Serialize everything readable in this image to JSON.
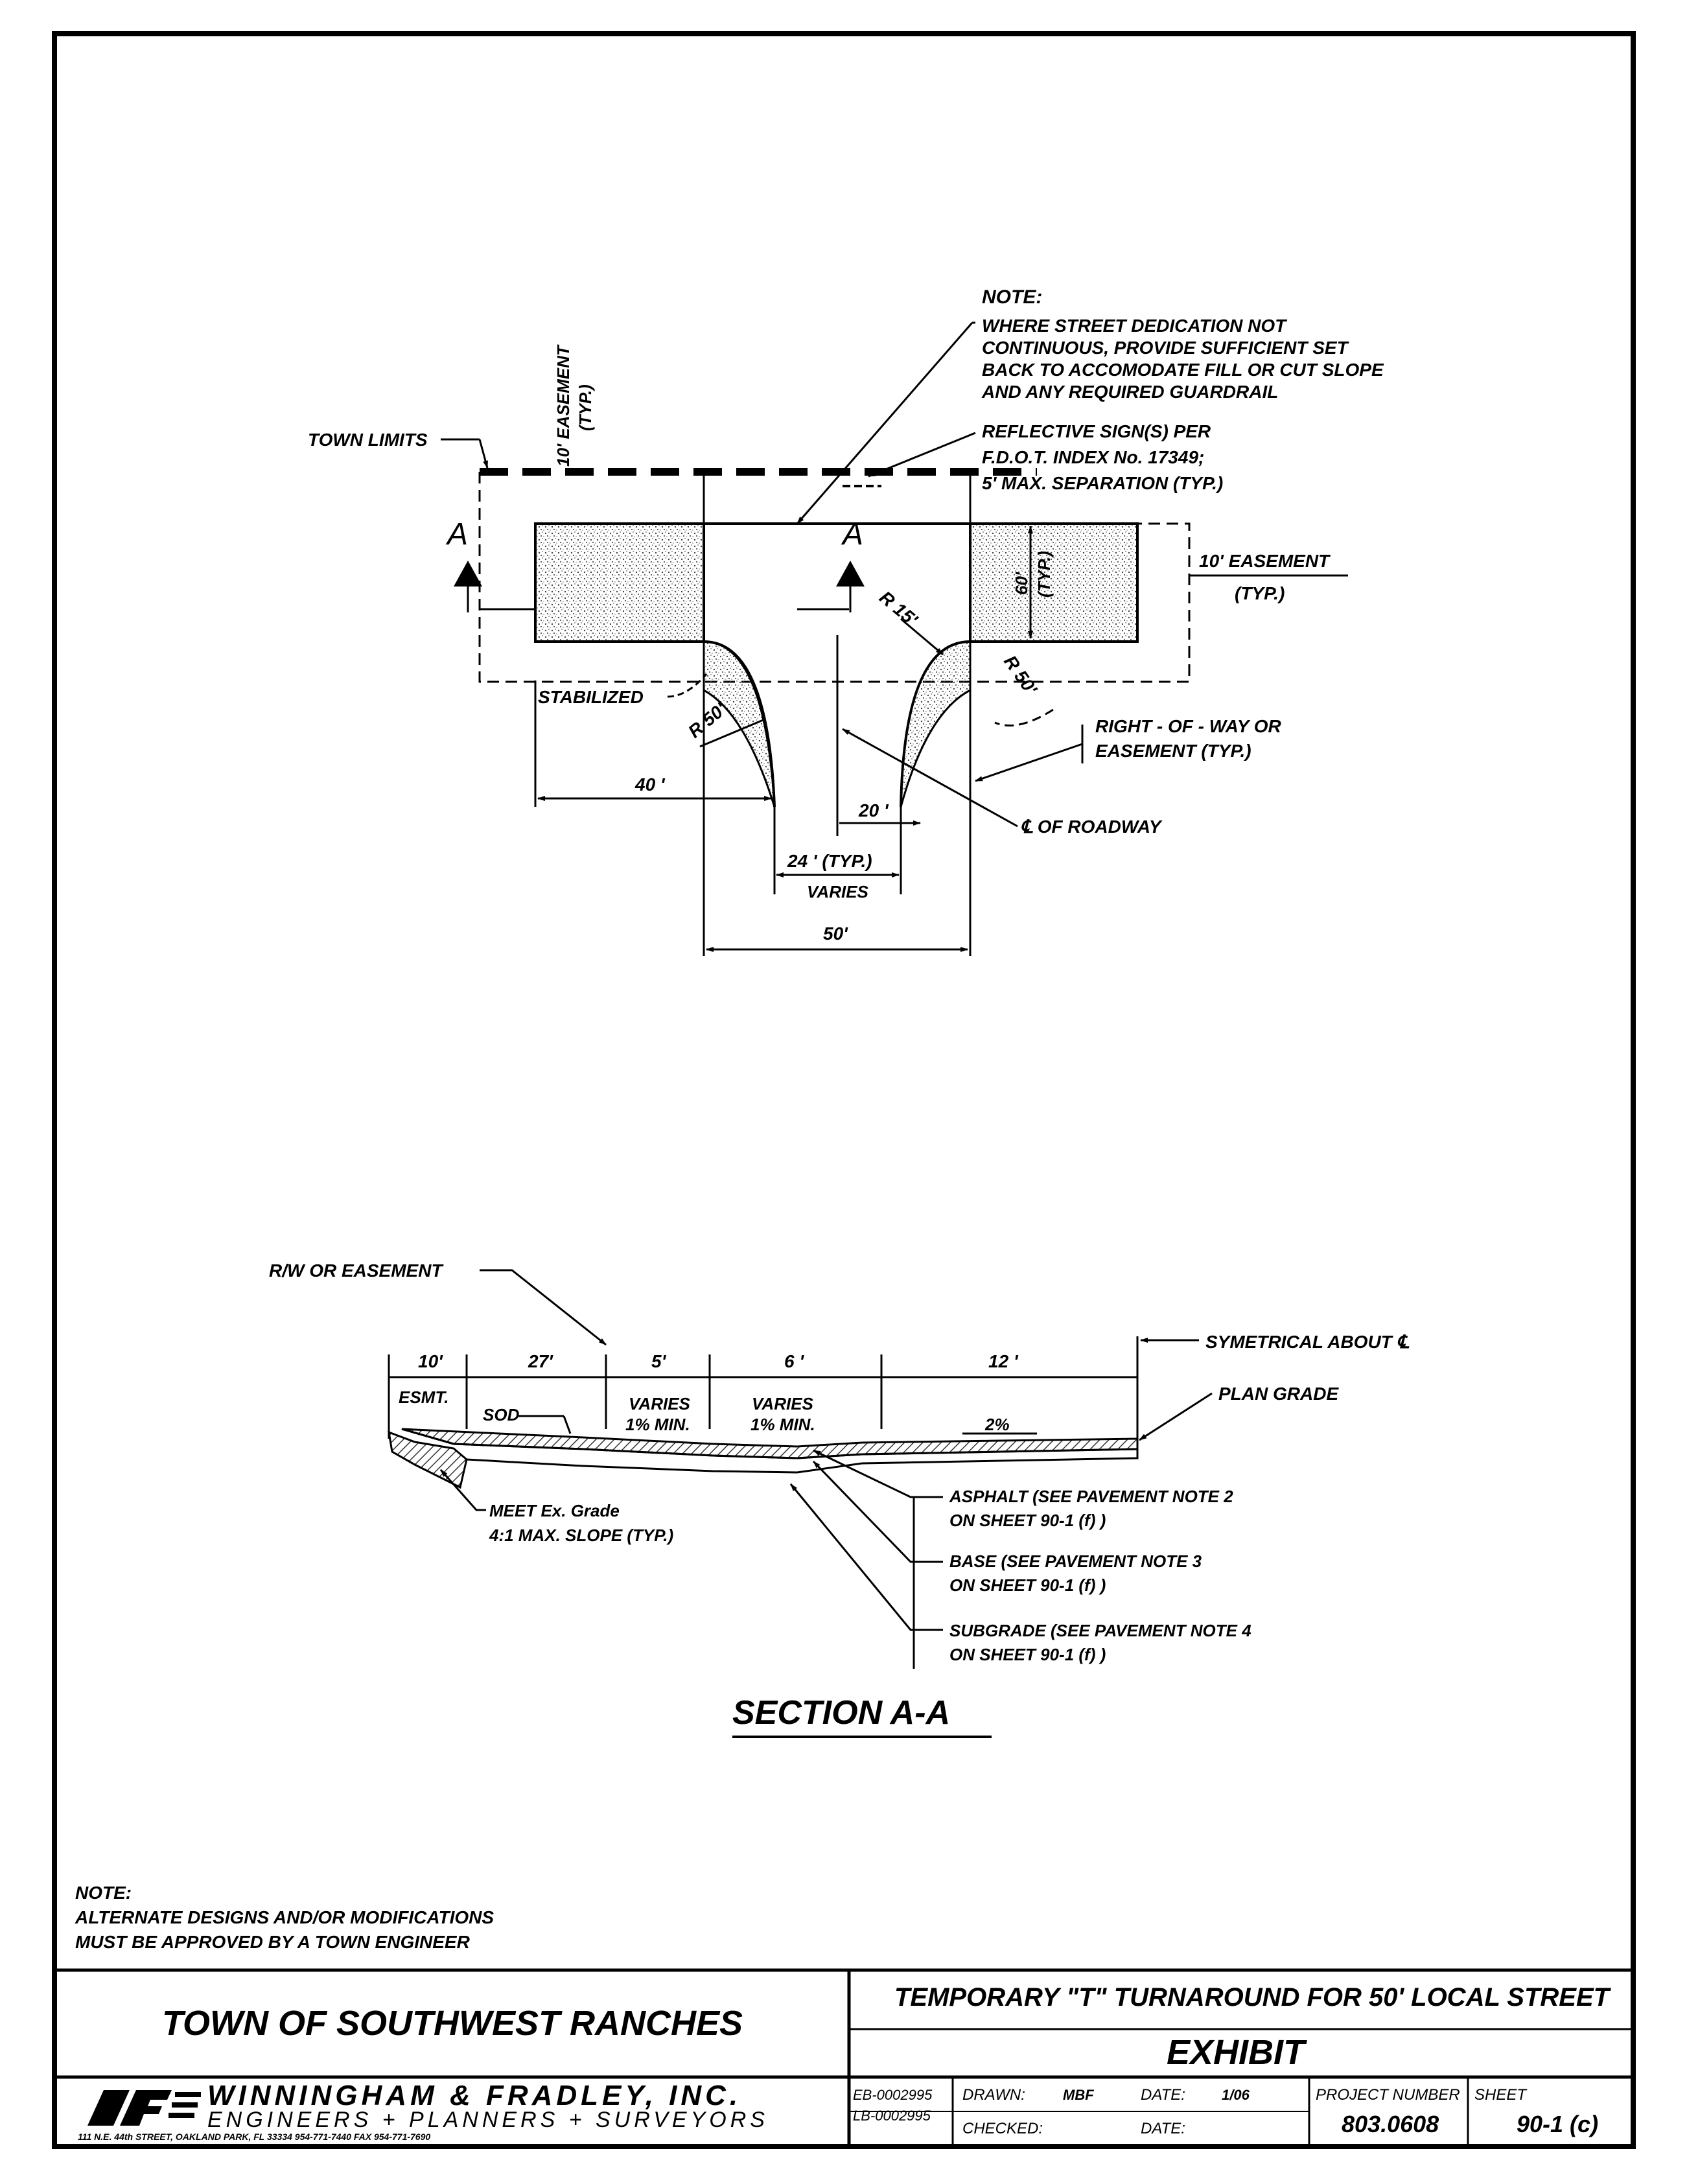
{
  "plan": {
    "note_title": "NOTE:",
    "note_lines": [
      "WHERE STREET DEDICATION NOT",
      "CONTINUOUS, PROVIDE SUFFICIENT SET",
      "BACK TO ACCOMODATE FILL OR CUT SLOPE",
      "AND ANY REQUIRED GUARDRAIL"
    ],
    "easement_vertical": "10' EASEMENT",
    "easement_vertical_typ": "(TYP.)",
    "town_limits": "TOWN LIMITS",
    "sign_lines": [
      "REFLECTIVE SIGN(S) PER",
      "F.D.O.T. INDEX No. 17349;",
      "5' MAX. SEPARATION (TYP.)"
    ],
    "section_mark": "A",
    "easement_right": "10' EASEMENT",
    "easement_right_typ": "(TYP.)",
    "dim_60_vertical": "60'",
    "dim_typ_vertical": "(TYP.)",
    "radius_left": "R 50'",
    "radius_15": "R 15'",
    "radius_right": "R 50'",
    "stabilized": "STABILIZED",
    "row_lines": [
      "RIGHT - OF - WAY OR",
      "EASEMENT (TYP.)"
    ],
    "dim_40": "40 '",
    "dim_20": "20 '",
    "cl_roadway": "℄ OF ROADWAY",
    "dim_24_typ": "24 ' (TYP.)",
    "varies": "VARIES",
    "dim_50": "50'"
  },
  "section": {
    "rw_easement": "R/W OR EASEMENT",
    "symmetrical": "SYMETRICAL ABOUT ℄",
    "plan_grade": "PLAN GRADE",
    "dims": [
      "10'",
      "27'",
      "5'",
      "6 '",
      "12 '"
    ],
    "esmt": "ESMT.",
    "sod": "SOD",
    "varies_1": [
      "VARIES",
      "1% MIN."
    ],
    "varies_2": [
      "VARIES",
      "1% MIN."
    ],
    "slope_2pct": "2%",
    "meet_lines": [
      "MEET Ex. Grade",
      "4:1 MAX. SLOPE (TYP.)"
    ],
    "asphalt": [
      "ASPHALT (SEE PAVEMENT NOTE 2",
      "ON SHEET 90-1 (f) )"
    ],
    "base": [
      "BASE (SEE PAVEMENT NOTE 3",
      "ON SHEET 90-1 (f) )"
    ],
    "subgrade": [
      "SUBGRADE (SEE PAVEMENT NOTE 4",
      "ON SHEET 90-1 (f) )"
    ],
    "title": "SECTION A-A"
  },
  "bottom_note": {
    "title": "NOTE:",
    "lines": [
      "ALTERNATE DESIGNS AND/OR MODIFICATIONS",
      "MUST BE APPROVED BY A TOWN ENGINEER"
    ]
  },
  "title_block": {
    "town": "TOWN OF SOUTHWEST RANCHES",
    "drawing_title": "TEMPORARY \"T\" TURNAROUND FOR 50' LOCAL STREET",
    "exhibit": "EXHIBIT",
    "firm_name": "WINNINGHAM & FRADLEY, INC.",
    "firm_services": "ENGINEERS + PLANNERS + SURVEYORS",
    "firm_address": "111 N.E. 44th STREET, OAKLAND PARK, FL 33334     954-771-7440     FAX 954-771-7690",
    "license_1": "EB-0002995",
    "license_2": "LB-0002995",
    "drawn_label": "DRAWN:",
    "drawn_value": "MBF",
    "date_label": "DATE:",
    "date_value": "1/06",
    "checked_label": "CHECKED:",
    "checked_date_label": "DATE:",
    "project_label": "PROJECT NUMBER",
    "project_value": "803.0608",
    "sheet_label": "SHEET",
    "sheet_value": "90-1 (c)"
  },
  "colors": {
    "line": "#000000",
    "hatch": "#6f6f6f",
    "paper": "#ffffff"
  }
}
